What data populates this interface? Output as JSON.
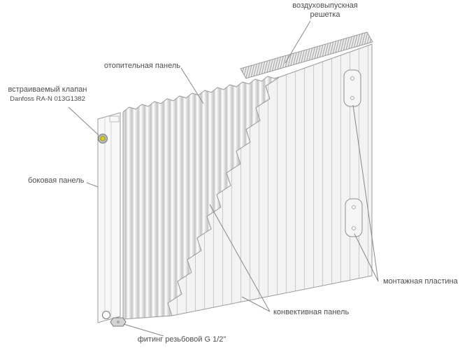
{
  "colors": {
    "outline": "#9a9a9a",
    "leader": "#868686",
    "text": "#4d4d4d",
    "valve_yellow": "#e2cb1e",
    "panel_fill": "#f3f3f3",
    "rib_line": "#c9c9c9",
    "pleat_shadow": "#c4c4c4"
  },
  "labels": {
    "air_grille": {
      "line1": "воздуховыпускная",
      "line2": "решетка"
    },
    "heating_panel": {
      "text": "отопительная панель"
    },
    "valve": {
      "line1": "встраиваемый клапан",
      "line2": "Danfoss RA-N 013G1382"
    },
    "side_panel": {
      "text": "боковая панель"
    },
    "mounting_plate": {
      "text": "монтажная пластина"
    },
    "convective_panel": {
      "text": "конвективная панель"
    },
    "fitting": {
      "text": "фитинг резьбовой G 1/2\""
    }
  }
}
